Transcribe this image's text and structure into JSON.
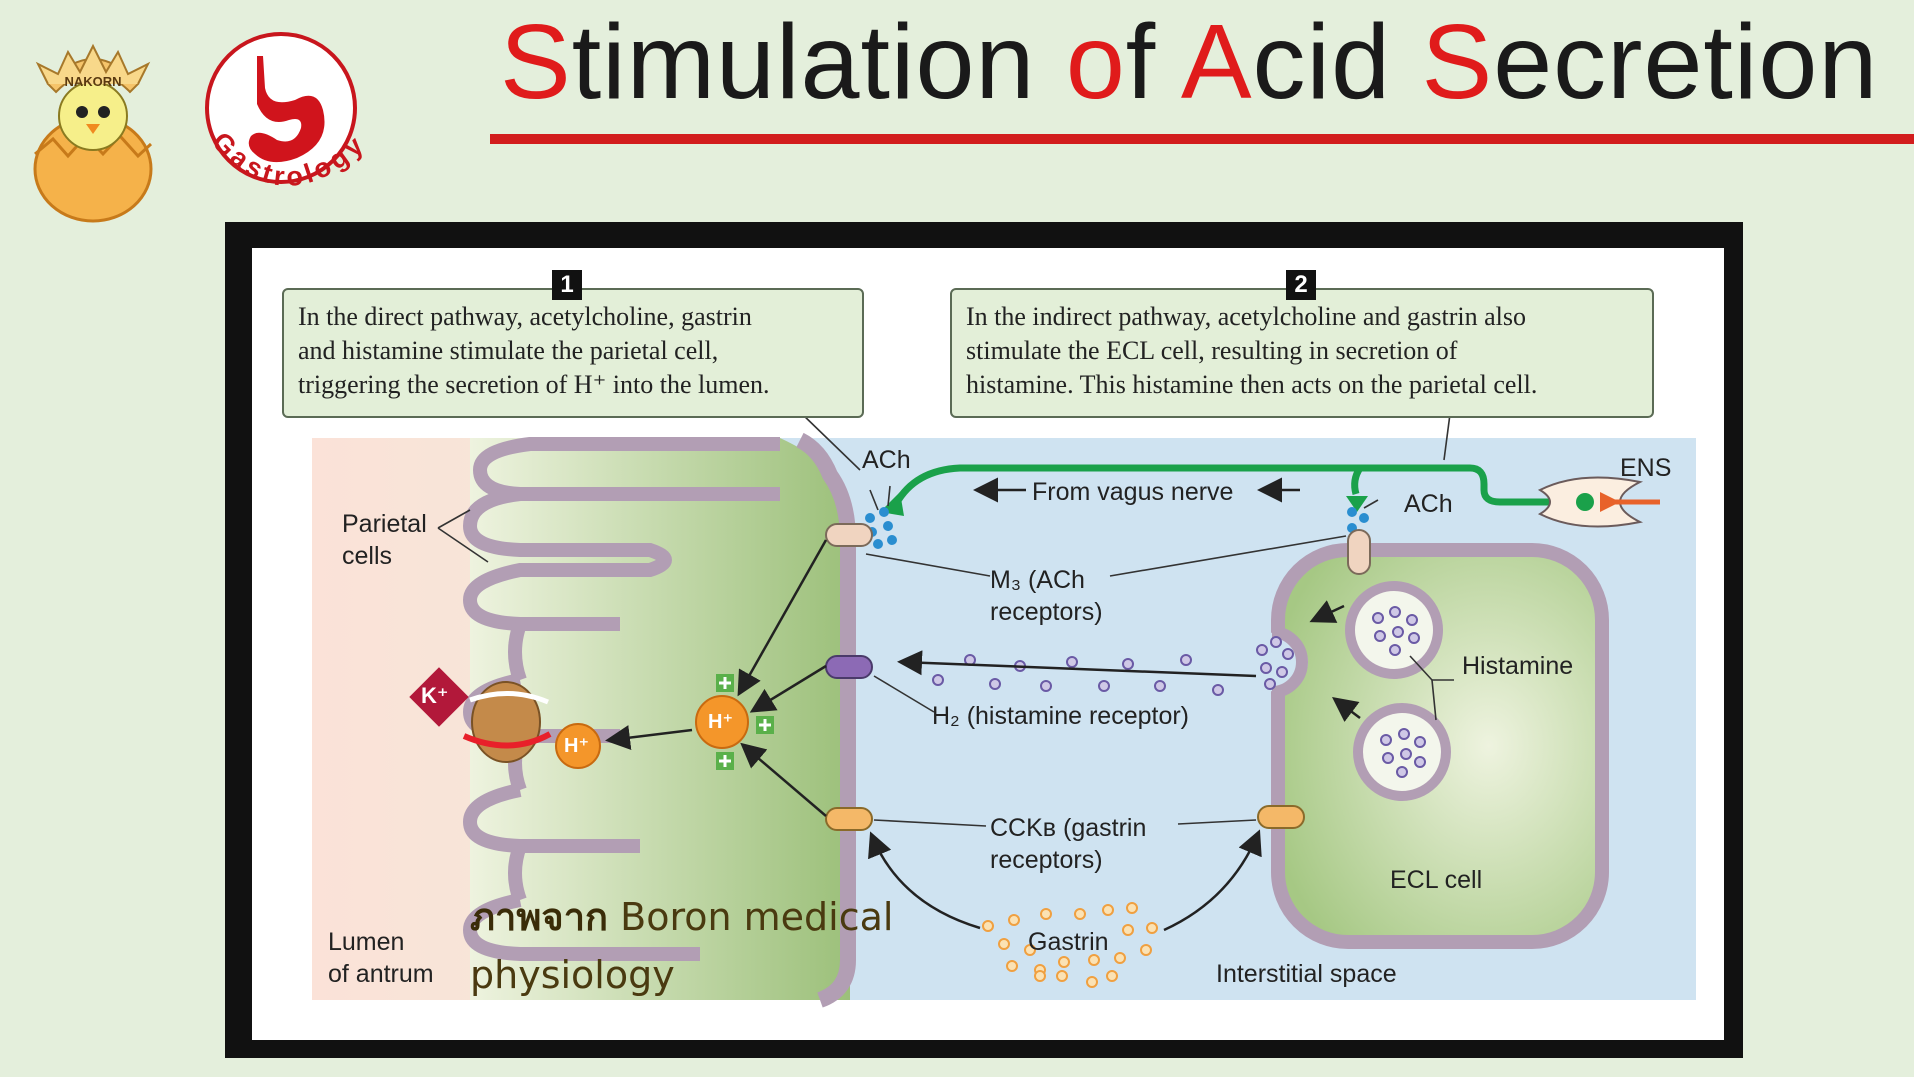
{
  "title": {
    "parts": [
      {
        "text": "S",
        "highlight": true
      },
      {
        "text": "timulation ",
        "highlight": false
      },
      {
        "text": "o",
        "highlight": true
      },
      {
        "text": "f ",
        "highlight": false
      },
      {
        "text": "A",
        "highlight": true
      },
      {
        "text": "cid ",
        "highlight": false
      },
      {
        "text": "S",
        "highlight": true
      },
      {
        "text": "ecretion",
        "highlight": false
      }
    ],
    "accent_color": "#e01b1b"
  },
  "logos": {
    "chick_text": "NAKORN",
    "gastro_text": "Gastrology"
  },
  "callouts": [
    {
      "badge": "1",
      "lines": [
        "In the direct pathway, acetylcholine, gastrin",
        "and histamine stimulate the parietal cell,",
        "triggering the secretion of H⁺ into the lumen."
      ]
    },
    {
      "badge": "2",
      "lines": [
        "In the indirect pathway, acetylcholine and gastrin also",
        "stimulate the ECL cell, resulting in secretion of",
        "histamine. This histamine then acts on the parietal cell."
      ]
    }
  ],
  "labels": {
    "ach_top": "ACh",
    "ach_right": "ACh",
    "vagus": "From vagus nerve",
    "ens": "ENS",
    "parietal_1": "Parietal",
    "parietal_2": "cells",
    "m3_1": "M₃ (ACh",
    "m3_2": "receptors)",
    "h2": "H₂ (histamine receptor)",
    "histamine": "Histamine",
    "cck_1": "CCKʙ (gastrin",
    "cck_2": "receptors)",
    "ecl": "ECL cell",
    "gastrin": "Gastrin",
    "interstitial": "Interstitial space",
    "lumen_1": "Lumen",
    "lumen_2": "of antrum",
    "k_ion": "K⁺",
    "h_ion_a": "H⁺",
    "h_ion_b": "H⁺"
  },
  "credit": {
    "thai": "ภาพจาก",
    "line1": "Boron medical",
    "line2": "physiology"
  }
}
